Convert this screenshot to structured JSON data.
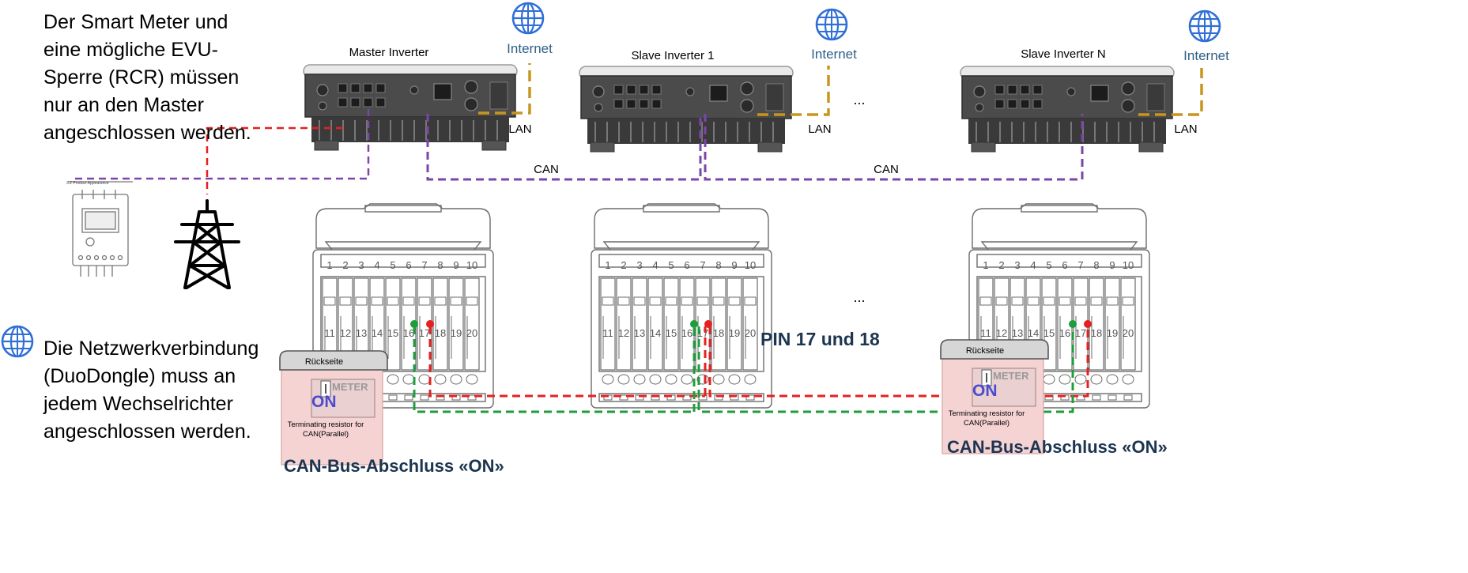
{
  "intro_text": {
    "smart_meter_lines": [
      "Der Smart Meter und",
      "eine mögliche EVU-",
      "Sperre (RCR) müssen",
      "nur an den Master",
      "angeschlossen werden."
    ],
    "network_lines": [
      "Die Netzwerkverbindung",
      "(DuoDongle) muss an",
      "jedem Wechselrichter",
      "angeschlossen werden."
    ]
  },
  "inverters": [
    {
      "label": "Master Inverter",
      "internet": "Internet",
      "lan": "LAN"
    },
    {
      "label": "Slave Inverter 1",
      "internet": "Internet",
      "lan": "LAN"
    },
    {
      "label": "Slave Inverter N",
      "internet": "Internet",
      "lan": "LAN"
    }
  ],
  "bus_labels": {
    "can_left": "CAN",
    "can_right": "CAN",
    "ellipsis": "..."
  },
  "meter": {
    "caption": "3.2 Product Appearance"
  },
  "terminal": {
    "top_pins": [
      "1",
      "2",
      "3",
      "4",
      "5",
      "6",
      "7",
      "8",
      "9",
      "10"
    ],
    "bottom_pins": [
      "11",
      "12",
      "13",
      "14",
      "15",
      "16",
      "17",
      "18",
      "19",
      "20"
    ]
  },
  "pin_note": "PIN 17 und 18",
  "dip_cards": [
    {
      "tab": "Rückseite",
      "meter": "METER",
      "on": "ON",
      "desc_lines": [
        "Terminating resistor for",
        "CAN(Parallel)"
      ]
    },
    {
      "tab": "Rückseite",
      "meter": "METER",
      "on": "ON",
      "desc_lines": [
        "Terminating resistor for",
        "CAN(Parallel)"
      ]
    }
  ],
  "termination_labels": [
    "CAN-Bus-Abschluss «ON»",
    "CAN-Bus-Abschluss «ON»"
  ],
  "colors": {
    "can": "#7a46a8",
    "lan": "#c8951f",
    "red": "#e62020",
    "green": "#1f9d3a",
    "internet_text": "#2f5f86",
    "globe": "#2f6fd8",
    "dip_card": "#f6d3d3",
    "dark_text": "#1c3550"
  }
}
